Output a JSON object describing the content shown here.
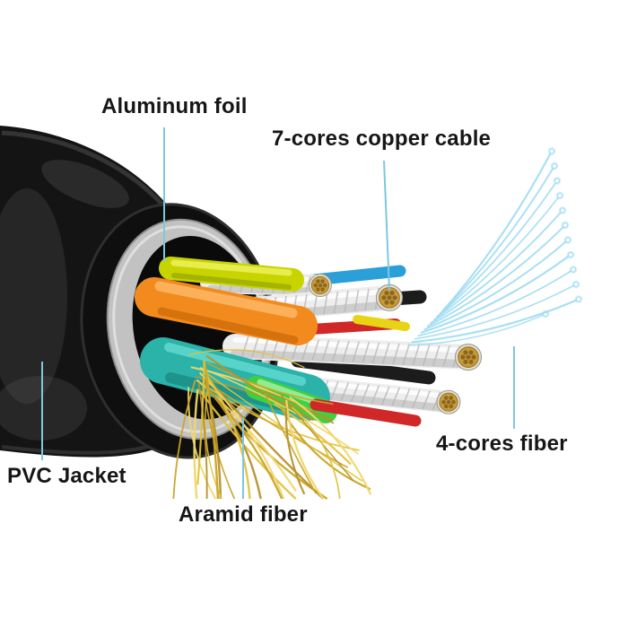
{
  "figure": {
    "labels": {
      "aluminum_foil": "Aluminum foil",
      "copper_cable": "7-cores copper cable",
      "fiber": "4-cores fiber",
      "pvc_jacket": "PVC Jacket",
      "aramid_fiber": "Aramid fiber"
    },
    "colors": {
      "leader_line": "#7cc7e2",
      "jacket_black": "#141414",
      "foil_gray": "#c2c2c2",
      "wire_orange": "#f28a1e",
      "wire_yellow_green": "#c8d400",
      "wire_teal": "#2bb3aa",
      "wire_green": "#3fd03f",
      "wire_red": "#d02828",
      "wire_blue": "#2a9fd8",
      "wire_yellow": "#e8d414",
      "wire_black": "#1c1c1c",
      "white_cable": "#ededed",
      "copper": "#c79a3a",
      "copper_dot": "#8a6720",
      "fiber_blue": "#9fdcf2",
      "aramid_gold": "#e3c23a"
    }
  }
}
